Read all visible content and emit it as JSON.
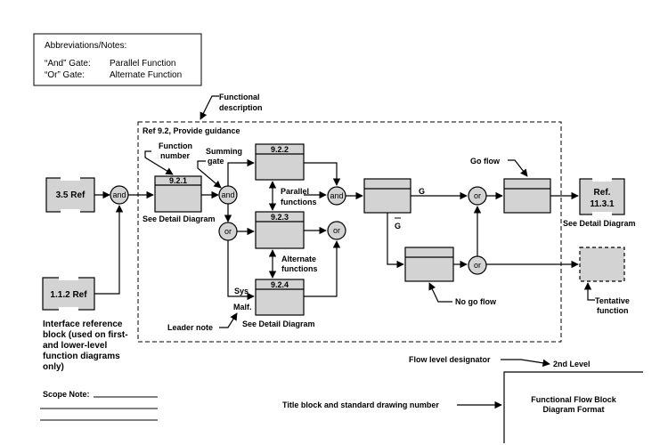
{
  "notes": {
    "title": "Abbreviations/Notes:",
    "and_key": "“And” Gate:",
    "and_val": "Parallel Function",
    "or_key": "“Or” Gate:",
    "or_val": "Alternate Function"
  },
  "callouts": {
    "functional_description_1": "Functional",
    "functional_description_2": "description",
    "ref_provide": "Ref 9.2, Provide guidance",
    "function_number_1": "Function",
    "function_number_2": "number",
    "summing_gate_1": "Summing",
    "summing_gate_2": "gate",
    "parallel_functions_1": "Parallel",
    "parallel_functions_2": "functions",
    "alternate_functions_1": "Alternate",
    "alternate_functions_2": "functions",
    "see_detail_1": "See Detail Diagram",
    "see_detail_2": "See Detail Diagram",
    "see_detail_3": "See Detail Diagram",
    "go_flow": "Go flow",
    "no_go_flow": "No go flow",
    "g_label": "G",
    "g_bar_label": "G",
    "sys": "Sys",
    "malf": "Malf.",
    "leader_note": "Leader note",
    "tentative_1": "Tentative",
    "tentative_2": "function",
    "interface_ref_1": "Interface reference",
    "interface_ref_2": "block (used on first-",
    "interface_ref_3": "and lower-level",
    "interface_ref_4": "function diagrams",
    "interface_ref_5": "only)"
  },
  "blocks": {
    "ref_35": "3.5 Ref",
    "ref_112": "1.1.2 Ref",
    "ref_1131_a": "Ref.",
    "ref_1131_b": "11.3.1",
    "f921": "9.2.1",
    "f922": "9.2.2",
    "f923": "9.2.3",
    "f924": "9.2.4"
  },
  "gates": {
    "and": "and",
    "or": "or"
  },
  "bottom": {
    "flow_level_designator": "Flow level designator",
    "second_level": "2nd Level",
    "scope_note": "Scope Note:",
    "title_block_note": "Title block and standard drawing number",
    "title_block_1": "Functional Flow Block",
    "title_block_2": "Diagram Format"
  }
}
